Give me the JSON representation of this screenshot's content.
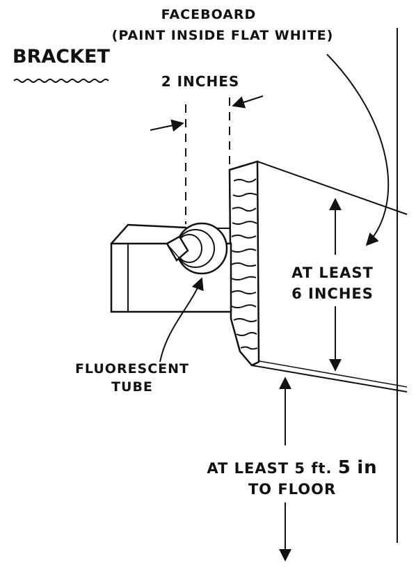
{
  "labels": {
    "faceboard_line1": "FACEBOARD",
    "faceboard_line2": "(PAINT INSIDE FLAT WHITE)",
    "bracket": "BRACKET",
    "two_inches": "2 INCHES",
    "at_least_6_line1": "AT LEAST",
    "at_least_6_line2": "6 INCHES",
    "fluorescent_line1": "FLUORESCENT",
    "fluorescent_line2": "TUBE",
    "floor_line1_a": "AT LEAST 5",
    "floor_line1_b": "ft.",
    "floor_line1_c": "5",
    "floor_line1_d": "in",
    "floor_line2": "TO FLOOR"
  },
  "colors": {
    "ink": "#111111",
    "paper": "#ffffff"
  }
}
